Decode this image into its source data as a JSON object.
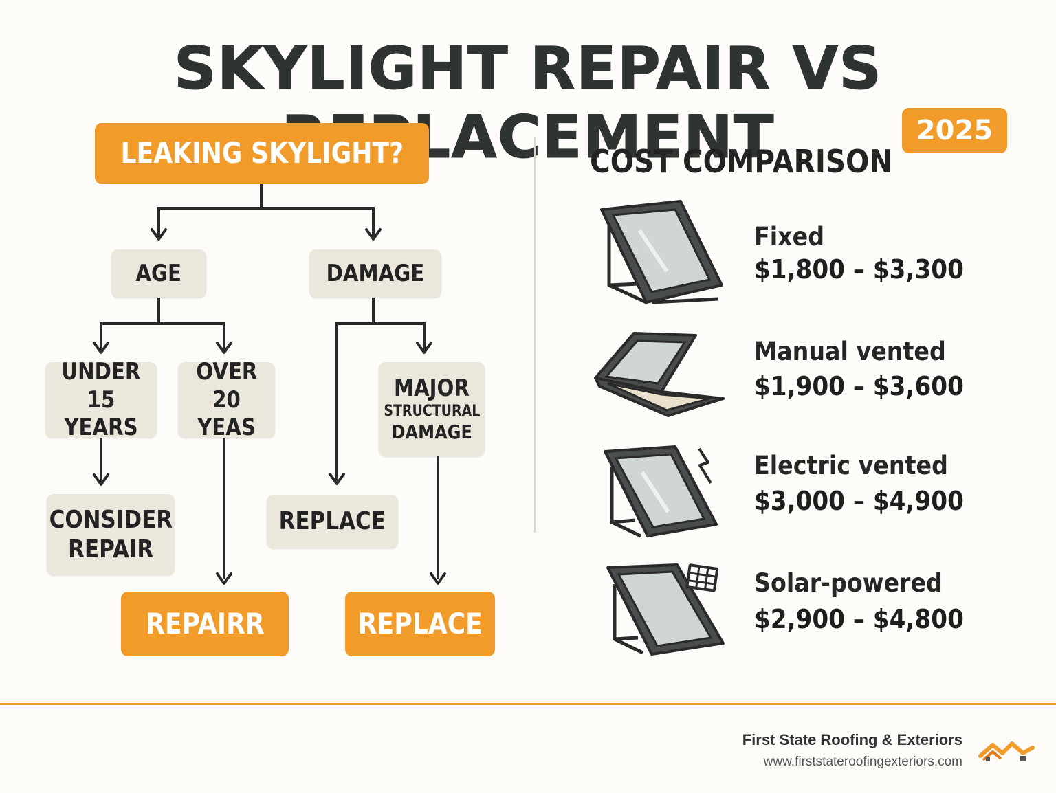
{
  "title": "SKYLIGHT REPAIR VS REPLACEMENT",
  "flowchart": {
    "root": "LEAKING SKYLIGHT?",
    "age": "AGE",
    "damage": "DAMAGE",
    "under_line1": "UNDER",
    "under_line2": "15 YEARS",
    "over_line1": "OVER",
    "over_line2": "20 YEAS",
    "major_line1": "MAJOR",
    "major_line2": "STRUCTURAL",
    "major_line3": "DAMAGE",
    "consider_line1": "CONSIDER",
    "consider_line2": "REPAIR",
    "replace_mid": "REPLACE",
    "repair_final": "REPAIRR",
    "replace_final": "REPLACE"
  },
  "cost": {
    "heading": "COST COMPARISON",
    "year_badge": "2025",
    "items": [
      {
        "name": "Fixed",
        "price": "$1,800 – $3,300",
        "icon": "fixed-skylight-icon"
      },
      {
        "name": "Manual vented",
        "price": "$1,900 – $3,600",
        "icon": "manual-vented-skylight-icon"
      },
      {
        "name": "Electric vented",
        "price": "$3,000 – $4,900",
        "icon": "electric-vented-skylight-icon"
      },
      {
        "name": "Solar-powered",
        "price": "$2,900 – $4,800",
        "icon": "solar-powered-skylight-icon"
      }
    ]
  },
  "footer": {
    "company": "First State Roofing & Exteriors",
    "website": "www.firststateroofingexteriors.com"
  },
  "colors": {
    "accent": "#f09b2a",
    "box": "#ece7dc",
    "text": "#262626"
  }
}
